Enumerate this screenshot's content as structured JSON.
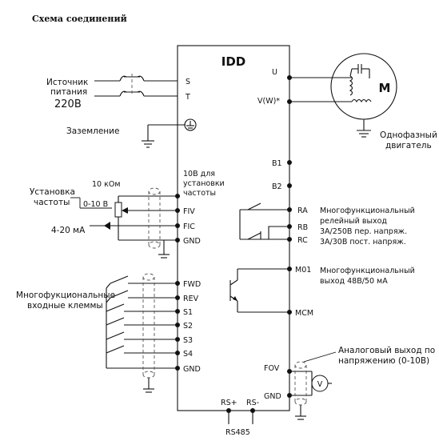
{
  "title": "Схема соединений",
  "device": {
    "name": "IDD"
  },
  "left_labels": {
    "power_source": [
      "Источник",
      "питания",
      "220В"
    ],
    "grounding": "Заземление",
    "ref_10v": [
      "10В для",
      "установки",
      "частоты"
    ],
    "resistor": "10 кОм",
    "freq_setting": [
      "Установка",
      "частоты"
    ],
    "range_v": "0-10 В",
    "range_ma": "4-20 мА",
    "multi_inputs": [
      "Многофукциональные",
      "входные клеммы"
    ],
    "rs485": "RS485"
  },
  "left_terminals": [
    "S",
    "T",
    "FIV",
    "FIC",
    "GND",
    "FWD",
    "REV",
    "S1",
    "S2",
    "S3",
    "S4",
    "GND"
  ],
  "right_terminals": [
    "U",
    "V(W)*",
    "B1",
    "B2",
    "RA",
    "RB",
    "RC",
    "M01",
    "MCM",
    "FOV",
    "GND"
  ],
  "bottom_terminals": [
    "RS+",
    "RS-"
  ],
  "right_labels": {
    "motor_symbol": "M",
    "motor_caption": [
      "Однофазный",
      "двигатель"
    ],
    "relay": [
      "Многофункциональный",
      "релейный выход",
      "3А/250В пер. напряж.",
      "3А/30В пост. напряж."
    ],
    "transistor": [
      "Многофункциональный",
      "выход 48В/50 мА"
    ],
    "analog": [
      "Аналоговый выход по",
      "напряжению (0-10В)"
    ],
    "voltmeter": "V"
  }
}
